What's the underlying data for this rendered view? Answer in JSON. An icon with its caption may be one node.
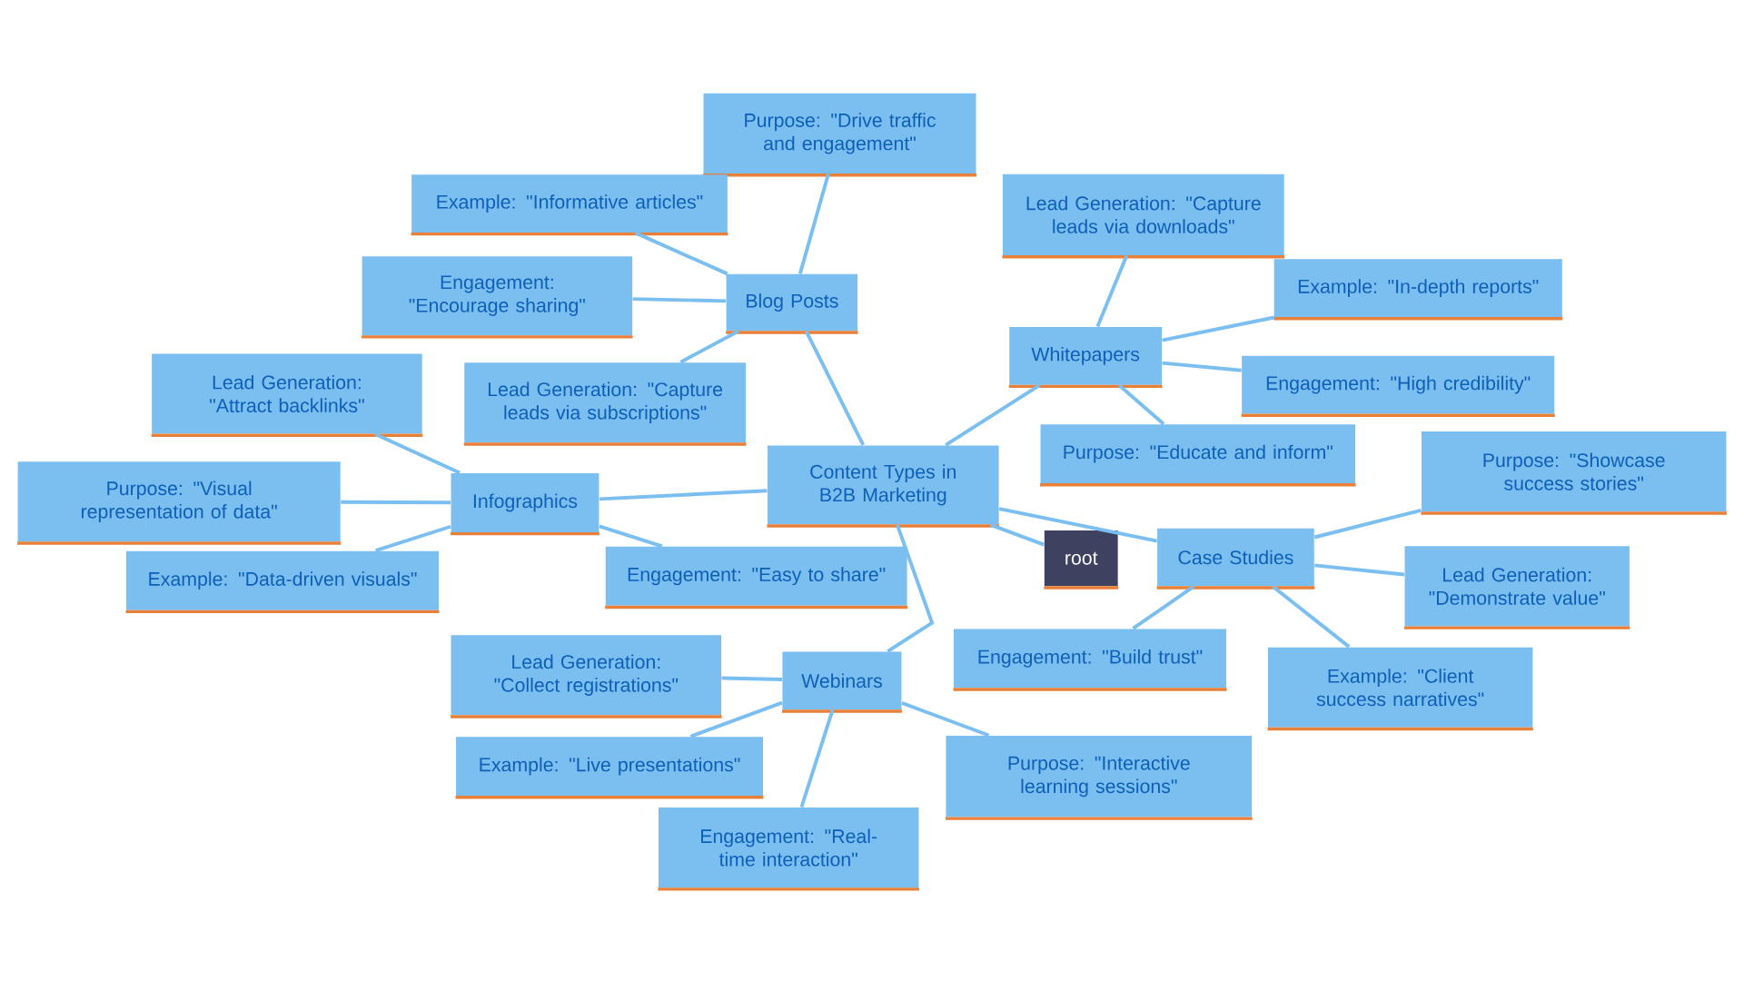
{
  "diagram": {
    "nodes": [
      {
        "text": [
          "root"
        ]
      },
      {
        "text": [
          "Content Types in B2B Marketing"
        ]
      },
      {
        "text": [
          "Blog Posts"
        ]
      },
      {
        "text": [
          "Purpose: \"Drive traffic and engagement\""
        ]
      },
      {
        "text": [
          "Example: \"Informative articles\""
        ]
      },
      {
        "text": [
          "Engagement: \"Encourage sharing\""
        ]
      },
      {
        "text": [
          "Lead Generation: \"Capture leads via subscriptions\""
        ]
      },
      {
        "text": [
          "Whitepapers"
        ]
      },
      {
        "text": [
          "Lead Generation: \"Capture leads via downloads\""
        ]
      },
      {
        "text": [
          "Example: \"In-depth reports\""
        ]
      },
      {
        "text": [
          "Engagement: \"High credibility\""
        ]
      },
      {
        "text": [
          "Purpose: \"Educate and inform\""
        ]
      },
      {
        "text": [
          "Case Studies"
        ]
      },
      {
        "text": [
          "Purpose: \"Showcase success stories\""
        ]
      },
      {
        "text": [
          "Lead Generation: \"Demonstrate value\""
        ]
      },
      {
        "text": [
          "Example: \"Client success narratives\""
        ]
      },
      {
        "text": [
          "Engagement: \"Build trust\""
        ]
      },
      {
        "text": [
          "Webinars"
        ]
      },
      {
        "text": [
          "Lead Generation: \"Collect registrations\""
        ]
      },
      {
        "text": [
          "Example: \"Live presentations\""
        ]
      },
      {
        "text": [
          "Engagement: \"Real-time interaction\""
        ]
      },
      {
        "text": [
          "Purpose: \"Interactive learning sessions\""
        ]
      },
      {
        "text": [
          "Infographics"
        ]
      },
      {
        "text": [
          "Lead Generation: \"Attract backlinks\""
        ]
      },
      {
        "text": [
          "Purpose: \"Visual representation of data\""
        ]
      },
      {
        "text": [
          "Example: \"Data-driven visuals\""
        ]
      },
      {
        "text": [
          "Engagement: \"Easy to share\""
        ]
      }
    ],
    "edges": [
      {
        "from": 0,
        "to": 1,
        "arrow": "none"
      },
      {
        "from": 1,
        "to": 2,
        "arrow": "none"
      },
      {
        "from": 1,
        "to": 7,
        "arrow": "none"
      },
      {
        "from": 1,
        "to": 12,
        "arrow": "none"
      },
      {
        "from": 1,
        "to": 17,
        "arrow": "none"
      },
      {
        "from": 1,
        "to": 22,
        "arrow": "none"
      },
      {
        "from": 2,
        "to": 3,
        "arrow": "none"
      },
      {
        "from": 2,
        "to": 4,
        "arrow": "none"
      },
      {
        "from": 2,
        "to": 5,
        "arrow": "none"
      },
      {
        "from": 2,
        "to": 6,
        "arrow": "none"
      },
      {
        "from": 7,
        "to": 8,
        "arrow": "none"
      },
      {
        "from": 7,
        "to": 9,
        "arrow": "none"
      },
      {
        "from": 7,
        "to": 10,
        "arrow": "none"
      },
      {
        "from": 7,
        "to": 11,
        "arrow": "none"
      },
      {
        "from": 12,
        "to": 13,
        "arrow": "none"
      },
      {
        "from": 12,
        "to": 14,
        "arrow": "none"
      },
      {
        "from": 12,
        "to": 15,
        "arrow": "none"
      },
      {
        "from": 12,
        "to": 16,
        "arrow": "none"
      },
      {
        "from": 17,
        "to": 18,
        "arrow": "none"
      },
      {
        "from": 17,
        "to": 19,
        "arrow": "none"
      },
      {
        "from": 17,
        "to": 20,
        "arrow": "none"
      },
      {
        "from": 17,
        "to": 21,
        "arrow": "none"
      },
      {
        "from": 22,
        "to": 23,
        "arrow": "none"
      },
      {
        "from": 22,
        "to": 24,
        "arrow": "none"
      },
      {
        "from": 22,
        "to": 25,
        "arrow": "none"
      },
      {
        "from": 22,
        "to": 26,
        "arrow": "none"
      }
    ]
  }
}
